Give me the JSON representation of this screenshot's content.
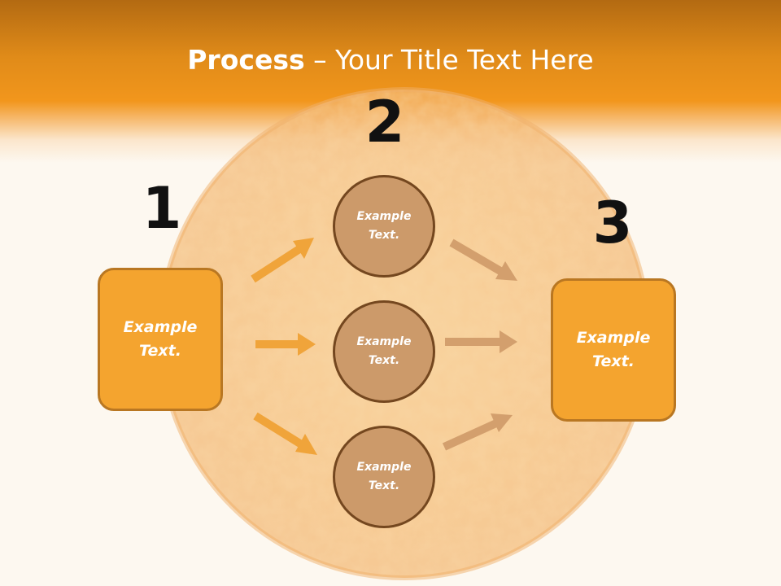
{
  "slide": {
    "title_bold": "Process",
    "title_rest": " – Your Title Text Here",
    "steps": [
      {
        "number": "1",
        "box_text": "Example Text."
      },
      {
        "number": "2"
      },
      {
        "number": "3",
        "box_text": "Example Text."
      }
    ],
    "circles": [
      {
        "text": "Example Text."
      },
      {
        "text": "Example Text."
      },
      {
        "text": "Example Text."
      }
    ]
  },
  "colors": {
    "header": "#f2961c",
    "box_fill": "#f4a42f",
    "box_border": "#b97722",
    "circle_fill": "#cc9a6a",
    "circle_border": "#74471f",
    "arrow_left": "#f0a43a",
    "arrow_right": "#d39f6d"
  }
}
